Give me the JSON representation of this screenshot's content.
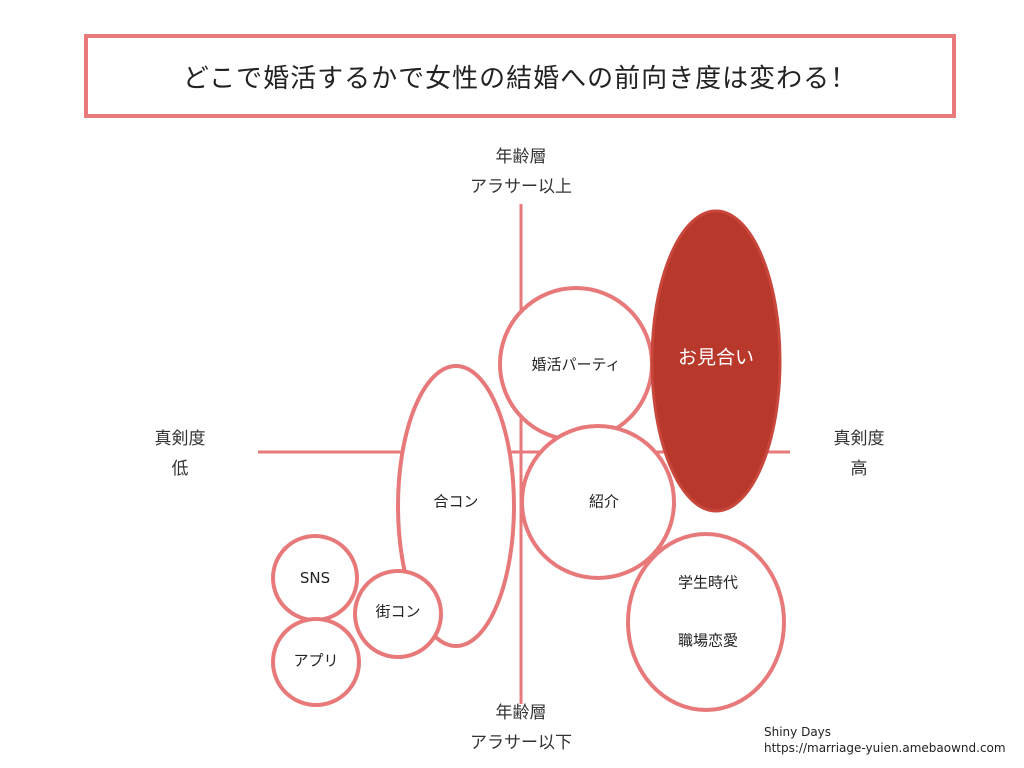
{
  "title": "どこで婚活するかで女性の結婚への前向き度は変わる！",
  "axes": {
    "top": {
      "line1": "年齢層",
      "line2": "アラサー以上"
    },
    "bottom": {
      "line1": "年齢層",
      "line2": "アラサー以下"
    },
    "left": {
      "line1": "真剣度",
      "line2": "低"
    },
    "right": {
      "line1": "真剣度",
      "line2": "高"
    }
  },
  "nodes": {
    "omiai": "お見合い",
    "konkatsu_party": "婚活パーティ",
    "goukon": "合コン",
    "shoukai": "紹介",
    "gakusei": "学生時代",
    "shokuba": "職場恋愛",
    "sns": "SNS",
    "machikon": "街コン",
    "app": "アプリ"
  },
  "credit": {
    "name": "Shiny Days",
    "url": "https://marriage-yuien.amebaownd.com"
  },
  "colors": {
    "accent": "#e8797a",
    "highlight_fill": "#b8382c",
    "line": "#e8797a"
  }
}
